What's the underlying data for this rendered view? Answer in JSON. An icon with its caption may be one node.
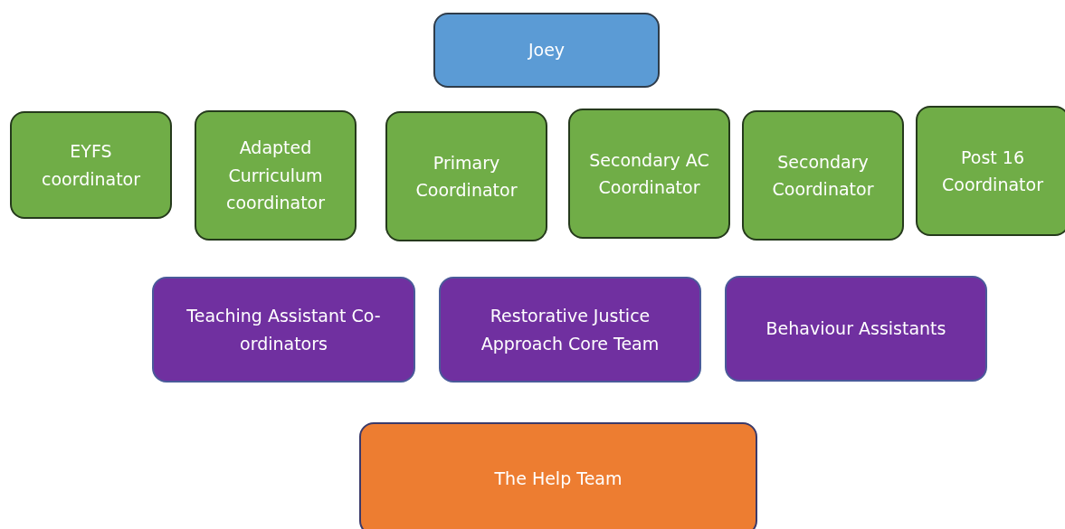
{
  "diagram": {
    "nodes": [
      {
        "text": [
          "Joey"
        ]
      },
      {
        "text": [
          "EYFS coordinator"
        ]
      },
      {
        "text": [
          "Adapted Curriculum coordinator"
        ]
      },
      {
        "text": [
          "Primary Coordinator"
        ]
      },
      {
        "text": [
          "Secondary AC Coordinator"
        ]
      },
      {
        "text": [
          "Secondary Coordinator"
        ]
      },
      {
        "text": [
          "Post 16 Coordinator"
        ]
      },
      {
        "text": [
          "Teaching Assistant Co-ordinators"
        ]
      },
      {
        "text": [
          "Restorative Justice Approach Core Team"
        ]
      },
      {
        "text": [
          "Behaviour Assistants"
        ]
      },
      {
        "text": [
          "The Help Team"
        ]
      }
    ]
  }
}
